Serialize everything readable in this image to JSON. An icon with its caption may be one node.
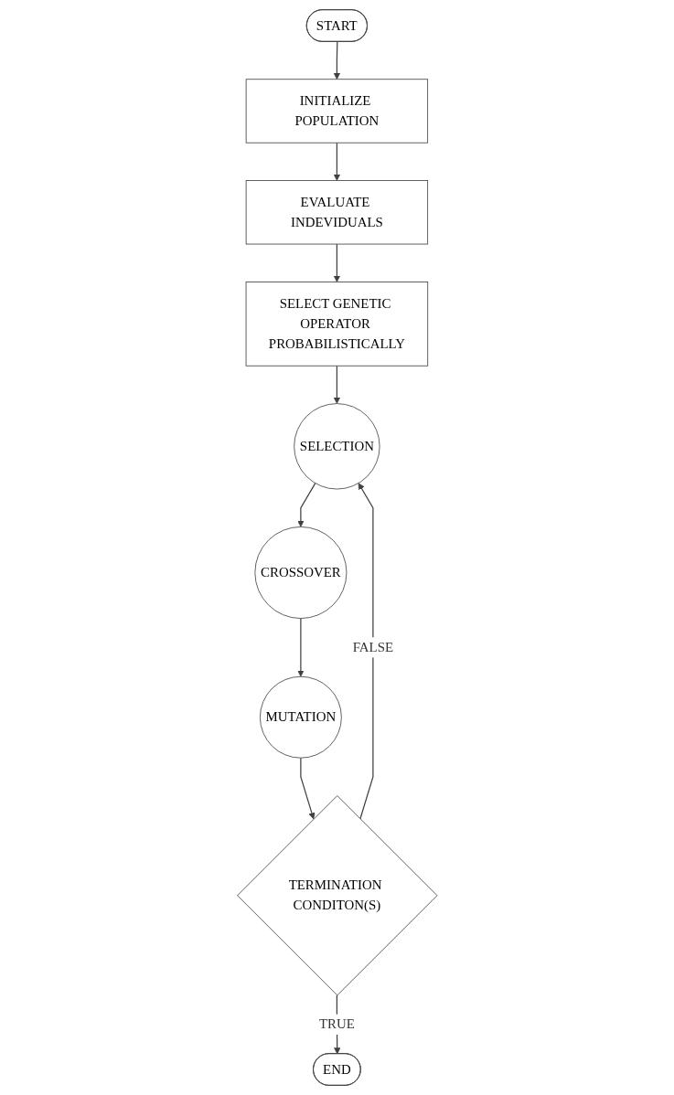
{
  "diagram": {
    "nodes": [
      {
        "text": [
          "START"
        ]
      },
      {
        "text": [
          "INITIALIZE POPULATION"
        ]
      },
      {
        "text": [
          "EVALUATE INDEVIDUALS"
        ]
      },
      {
        "text": [
          "SELECT GENETIC OPERATOR PROBABILISTICALLY"
        ]
      },
      {
        "text": [
          "SELECTION"
        ]
      },
      {
        "text": [
          "CROSSOVER"
        ]
      },
      {
        "text": [
          "MUTATION"
        ]
      },
      {
        "text": [
          "TERMINATION CONDITON(S)"
        ]
      },
      {
        "text": [
          "END"
        ]
      }
    ],
    "edges": [
      {
        "from": 0,
        "to": 1,
        "arrow": "to"
      },
      {
        "from": 1,
        "to": 2,
        "arrow": "to"
      },
      {
        "from": 2,
        "to": 3,
        "arrow": "to"
      },
      {
        "from": 3,
        "to": 4,
        "arrow": "to"
      },
      {
        "from": 4,
        "to": 5,
        "arrow": "to"
      },
      {
        "from": 5,
        "to": 6,
        "arrow": "to"
      },
      {
        "from": 6,
        "to": 7,
        "arrow": "to"
      },
      {
        "from": 7,
        "to": 4,
        "label": "FALSE",
        "arrow": "to"
      },
      {
        "from": 7,
        "to": 8,
        "label": "TRUE",
        "arrow": "to"
      }
    ]
  }
}
